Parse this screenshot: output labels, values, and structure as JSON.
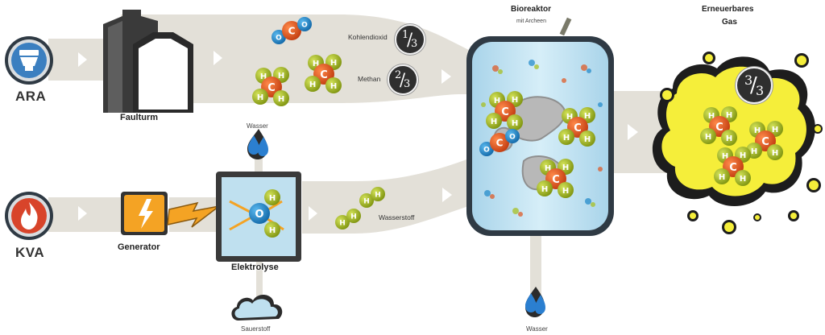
{
  "sources": {
    "ara": {
      "label": "ARA",
      "icon": "toilet-icon",
      "color": "#3b7fc0"
    },
    "kva": {
      "label": "KVA",
      "icon": "flame-icon",
      "color": "#d8442a"
    }
  },
  "steps": {
    "faulturm": "Faulturm",
    "generator": "Generator",
    "elektrolyse": "Elektrolyse",
    "elektrolyse_water": "Wasser",
    "elektrolyse_oxygen": "Sauerstoff"
  },
  "gases": {
    "co2": {
      "label": "Kohlendioxid",
      "fraction_num": "1",
      "fraction_den": "3"
    },
    "ch4": {
      "label": "Methan",
      "fraction_num": "2",
      "fraction_den": "3"
    },
    "h2": {
      "label": "Wasserstoff"
    }
  },
  "reactor": {
    "title": "Bioreaktor",
    "subtitle": "mit Archeen",
    "water_out": "Wasser"
  },
  "output": {
    "title_line1": "Erneuerbares",
    "title_line2": "Gas",
    "fraction_num": "3",
    "fraction_den": "3"
  },
  "colors": {
    "flow": "#e3e0d8",
    "reactor": "#bfe0ef",
    "gas_cloud": "#f5ee3a",
    "carbon": "#e0541d",
    "hydrogen": "#a6be17",
    "oxygen": "#1e88c9",
    "water": "#2b7fd0"
  }
}
